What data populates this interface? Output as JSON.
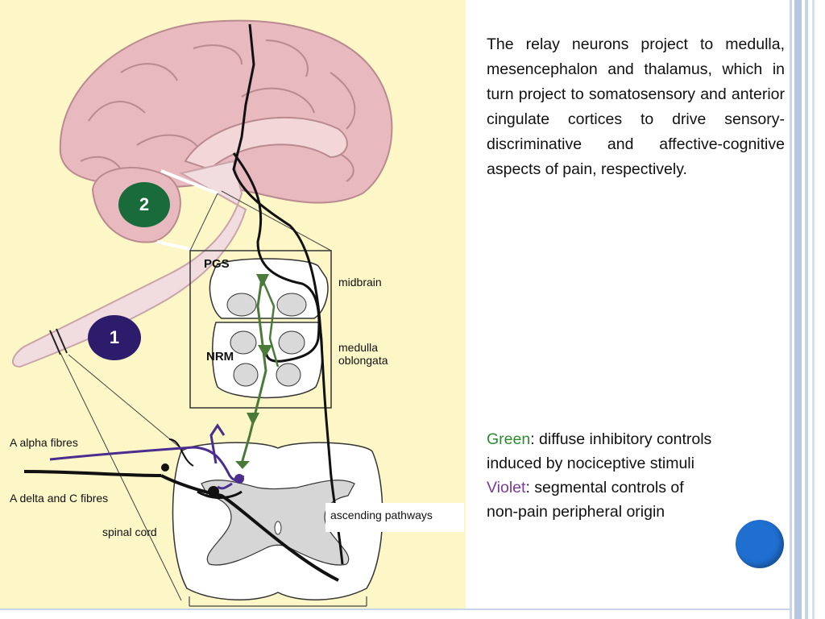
{
  "figure": {
    "markers": {
      "two": "2",
      "one": "1"
    },
    "labels": {
      "pgs": "PGS",
      "nrm": "NRM",
      "midbrain": "midbrain",
      "medulla_line1": "medulla",
      "medulla_line2": "oblongata",
      "a_alpha": "A alpha fibres",
      "a_delta": "A delta and C fibres",
      "spinal_cord": "spinal cord",
      "ascending": "ascending pathways"
    },
    "colors": {
      "brain": "#e8b9be",
      "panel": "#fdf6c6",
      "green_pathway": "#4a7a3a",
      "violet_pathway": "#4b2d8f",
      "marker_two": "#1a6b3c",
      "marker_one": "#2d1b6b"
    }
  },
  "text": {
    "paragraph": "The relay neurons project to medulla, mesencephalon and thalamus, which in turn project to somatosensory and anterior cingulate cortices to drive sensory-discriminative and affective-cognitive aspects of pain, respectively."
  },
  "legend": {
    "green_term": "Green",
    "green_text": ": diffuse inhibitory controls",
    "green_line2": "induced by nociceptive stimuli",
    "violet_term": "Violet",
    "violet_text": ": segmental controls of",
    "violet_line2": "non-pain peripheral origin",
    "green_color": "#2e8b2e",
    "violet_color": "#7a3a9a"
  },
  "decor": {
    "dot_color": "#1f6fd0",
    "side_color": "#b4c8e4"
  }
}
